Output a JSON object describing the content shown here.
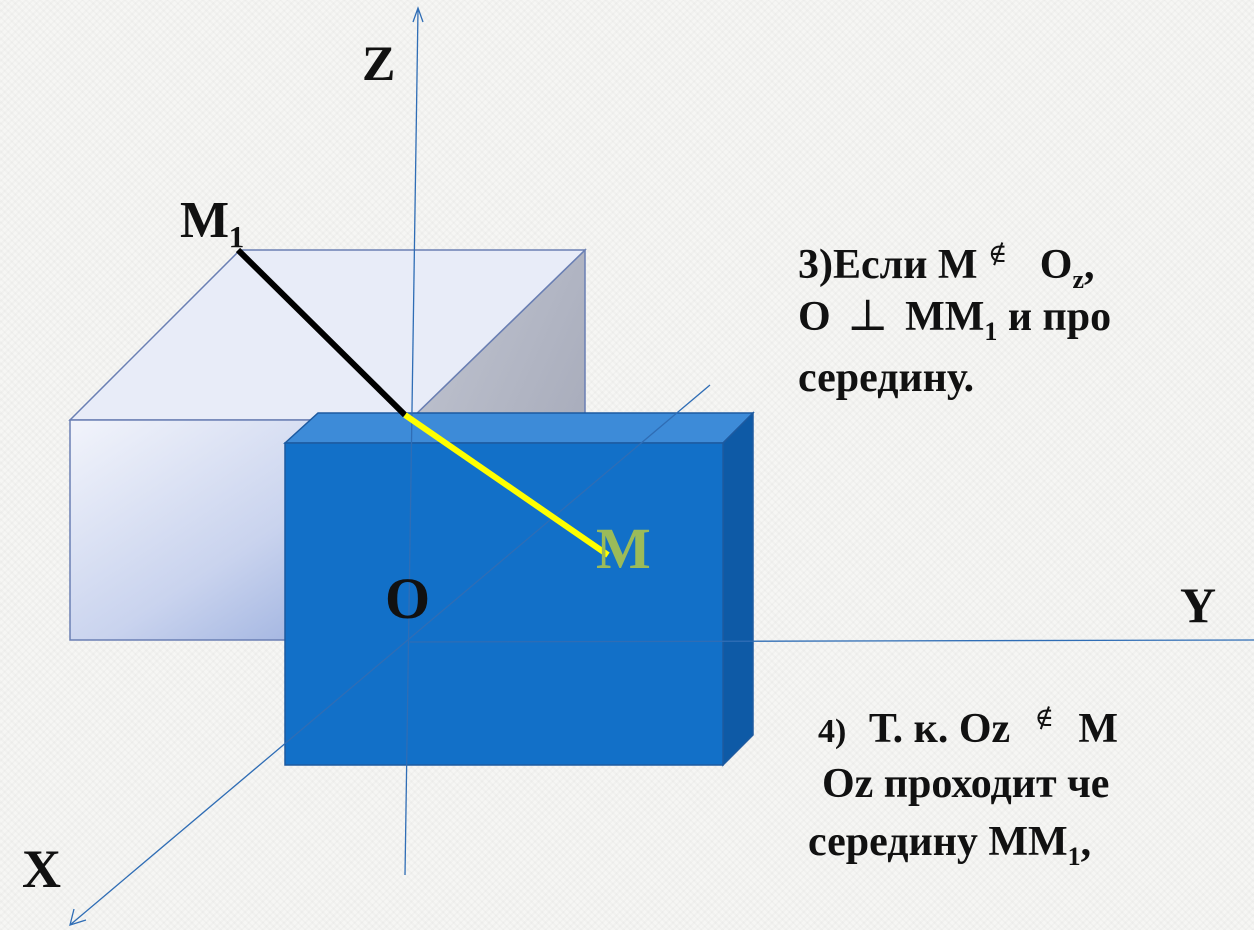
{
  "axes": {
    "x_label": "X",
    "y_label": "Y",
    "z_label": "Z"
  },
  "points": {
    "origin_label": "O",
    "m_label": "M",
    "m1_label": "M₁"
  },
  "colors": {
    "segment_om1": "#000000",
    "segment_om": "#ffff00",
    "m_label": "#9bbb59",
    "front_box": "#1270c8",
    "back_prism": "#e4e9f7",
    "axes": "#2f6db5"
  },
  "statement_3": {
    "line1_a": "3)Если М",
    "line1_sym": "∉",
    "line1_b": "O",
    "line1_sub": "z",
    "line1_c": ",",
    "line2_a": "О",
    "line2_sym": "⊥",
    "line2_b": "ММ",
    "line2_sub": "1",
    "line2_c": "и про",
    "line3": "середину."
  },
  "statement_4": {
    "line1_a": "4)",
    "line1_b": "Т. к. Оz",
    "line1_sym": "∉",
    "line1_c": "М",
    "line2": "Оz проходит че",
    "line3_a": "середину ММ",
    "line3_sub": "1",
    "line3_b": ","
  }
}
